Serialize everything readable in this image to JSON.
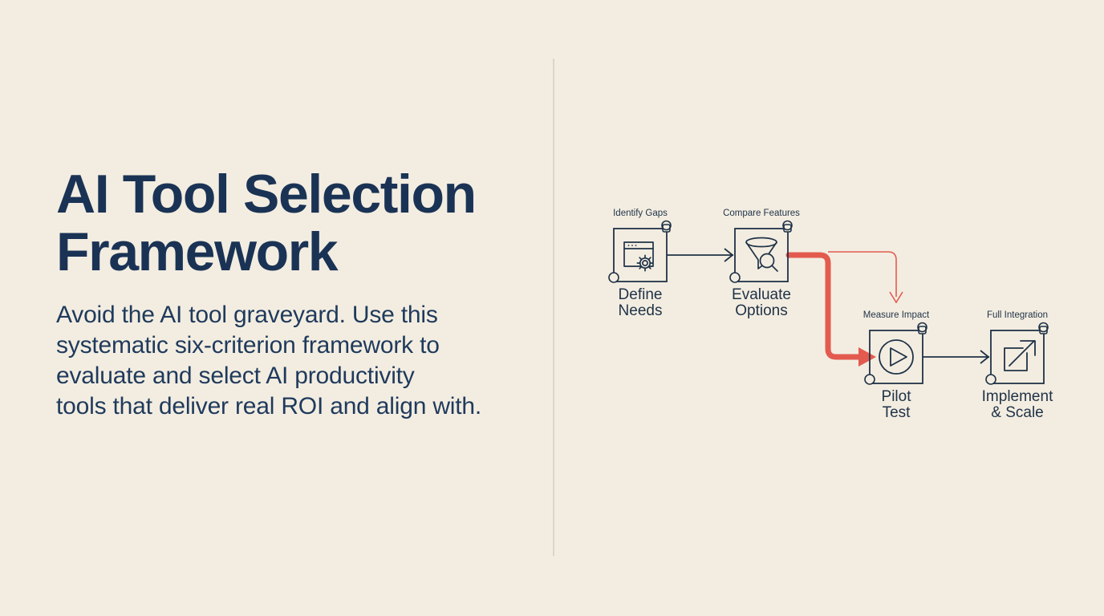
{
  "slide": {
    "background_color": "#f3ede1",
    "headline": "AI Tool Selection\nFramework",
    "headline_color": "#1a3355",
    "subhead": "Avoid the AI tool graveyard. Use this\nsystematic six-criterion framework to\nevaluate and select AI productivity\ntools that deliver real ROI and align with.",
    "subhead_color": "#1f3a5c"
  },
  "divider": {
    "color": "#ddd5c4"
  },
  "diagram": {
    "accent_color": "#e35b4f",
    "stroke_color": "#1f3247",
    "nodes": [
      {
        "id": "define-needs",
        "caption": "Identify Gaps",
        "label": "Define\nNeeds",
        "label_line1": "Define",
        "label_line2": "Needs",
        "icon": "browser-window-gear-icon"
      },
      {
        "id": "evaluate-options",
        "caption": "Compare Features",
        "label": "Evaluate\nOptions",
        "label_line1": "Evaluate",
        "label_line2": "Options",
        "icon": "funnel-search-icon"
      },
      {
        "id": "pilot-test",
        "caption": "Measure Impact",
        "label": "Pilot\nTest",
        "label_line1": "Pilot",
        "label_line2": "Test",
        "icon": "play-circle-icon"
      },
      {
        "id": "implement-scale",
        "caption": "Full Integration",
        "label": "Implement\n& Scale",
        "label_line1": "Implement",
        "label_line2": "& Scale",
        "icon": "arrow-out-of-box-icon"
      }
    ],
    "connectors": [
      {
        "id": "define-to-evaluate",
        "style": "solid-dark",
        "color": "#1f3247"
      },
      {
        "id": "evaluate-to-pilot-primary",
        "style": "thick-accent",
        "color": "#e35b4f"
      },
      {
        "id": "evaluate-to-measure-secondary",
        "style": "thin-accent",
        "color": "#e35b4f"
      },
      {
        "id": "pilot-to-implement",
        "style": "solid-dark",
        "color": "#1f3247"
      }
    ]
  }
}
